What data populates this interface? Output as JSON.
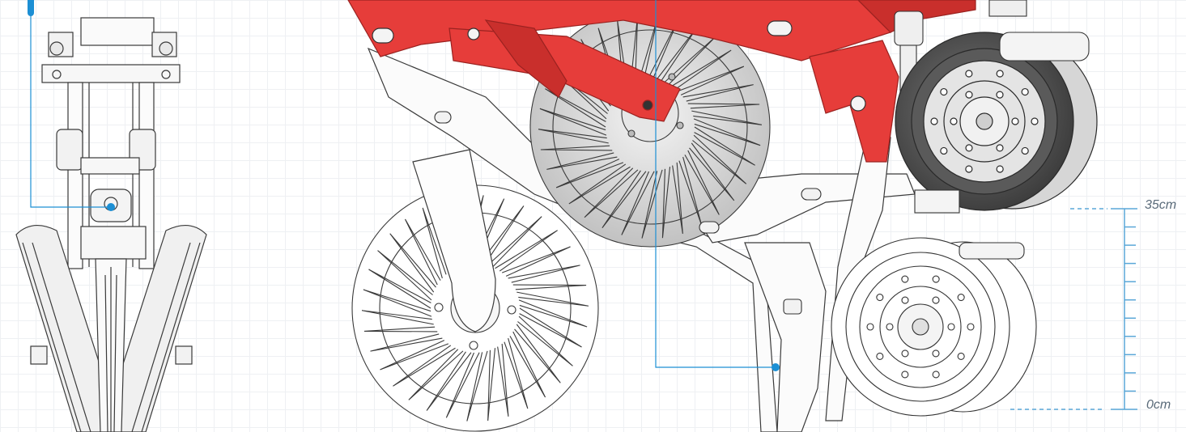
{
  "scale": {
    "top_label": "35cm",
    "bottom_label": "0cm",
    "max_value_cm": 35,
    "min_value_cm": 0
  },
  "colors": {
    "frame_red": "#e63d3a",
    "frame_red_dark": "#c92f2c",
    "callout_blue": "#1c8fd4",
    "scale_blue": "#5aa7d8",
    "line_gray": "#3a3a3a",
    "wheel_dark": "#4a4a4a"
  },
  "icons": {
    "callout_marker": "dot",
    "drawing_left": "planter-row-unit-front-view",
    "drawing_main": "planter-row-unit-side-view"
  }
}
